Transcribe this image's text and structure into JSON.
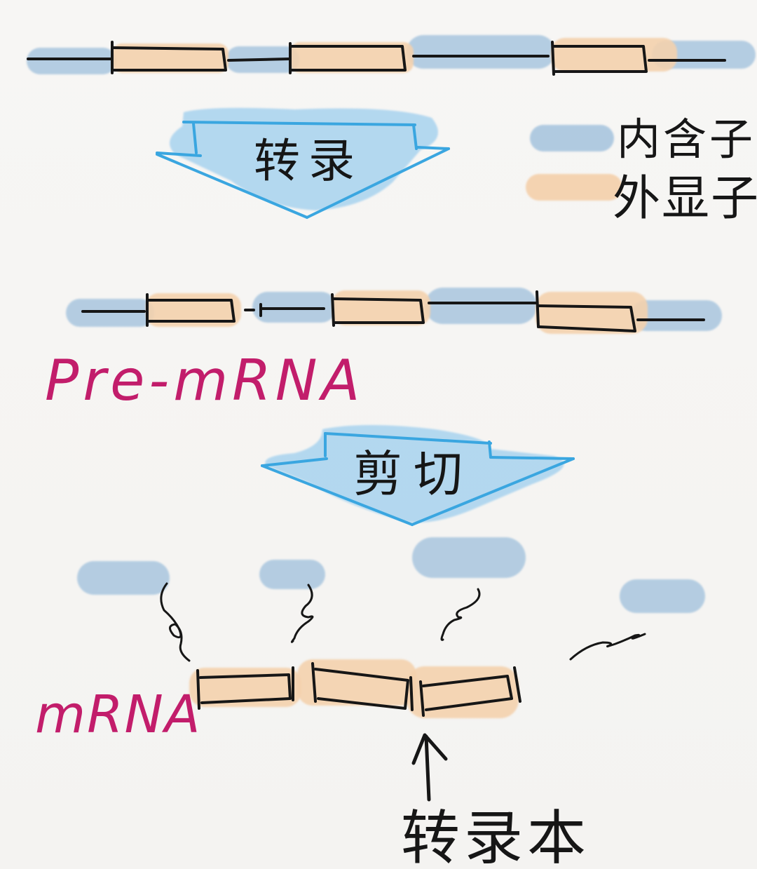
{
  "labels": {
    "transcription": "转录",
    "legend_intron": "内含子",
    "legend_exon": "外显子",
    "pre_mrna": "Pre-mRNA",
    "splicing": "剪切",
    "mrna": "mRNA",
    "transcript": "转录本"
  },
  "colors": {
    "intron": "#a9c6df",
    "exon": "#f4d2ae",
    "arrow_fill": "#a8d3ef",
    "arrow_stroke": "#3aa6e0",
    "ink": "#161616",
    "magenta": "#c21d6b"
  }
}
